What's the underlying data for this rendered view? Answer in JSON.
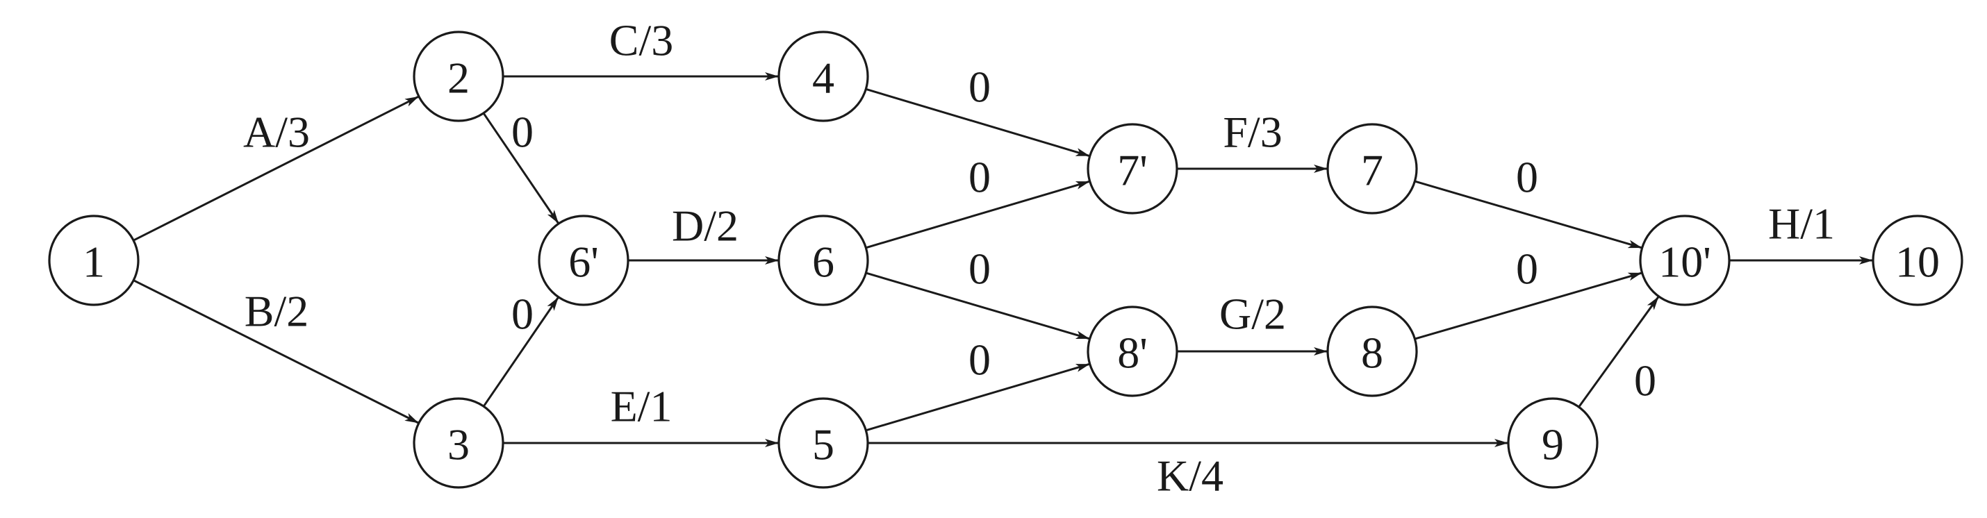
{
  "diagram": {
    "nodes": [
      {
        "id": "1",
        "label": "1"
      },
      {
        "id": "2",
        "label": "2"
      },
      {
        "id": "3",
        "label": "3"
      },
      {
        "id": "6p",
        "label": "6'"
      },
      {
        "id": "4",
        "label": "4"
      },
      {
        "id": "6",
        "label": "6"
      },
      {
        "id": "5",
        "label": "5"
      },
      {
        "id": "7p",
        "label": "7'"
      },
      {
        "id": "8p",
        "label": "8'"
      },
      {
        "id": "7",
        "label": "7"
      },
      {
        "id": "8",
        "label": "8"
      },
      {
        "id": "9",
        "label": "9"
      },
      {
        "id": "10p",
        "label": "10'"
      },
      {
        "id": "10",
        "label": "10"
      }
    ],
    "edges": [
      {
        "from": "1",
        "to": "2",
        "label": "A/3"
      },
      {
        "from": "1",
        "to": "3",
        "label": "B/2"
      },
      {
        "from": "2",
        "to": "4",
        "label": "C/3"
      },
      {
        "from": "2",
        "to": "6p",
        "label": "0"
      },
      {
        "from": "3",
        "to": "6p",
        "label": "0"
      },
      {
        "from": "6p",
        "to": "6",
        "label": "D/2"
      },
      {
        "from": "3",
        "to": "5",
        "label": "E/1"
      },
      {
        "from": "4",
        "to": "7p",
        "label": "0"
      },
      {
        "from": "6",
        "to": "7p",
        "label": "0"
      },
      {
        "from": "6",
        "to": "8p",
        "label": "0"
      },
      {
        "from": "5",
        "to": "8p",
        "label": "0"
      },
      {
        "from": "7p",
        "to": "7",
        "label": "F/3"
      },
      {
        "from": "8p",
        "to": "8",
        "label": "G/2"
      },
      {
        "from": "7",
        "to": "10p",
        "label": "0"
      },
      {
        "from": "8",
        "to": "10p",
        "label": "0"
      },
      {
        "from": "5",
        "to": "9",
        "label": "K/4"
      },
      {
        "from": "9",
        "to": "10p",
        "label": "0"
      },
      {
        "from": "10p",
        "to": "10",
        "label": "H/1"
      }
    ]
  }
}
